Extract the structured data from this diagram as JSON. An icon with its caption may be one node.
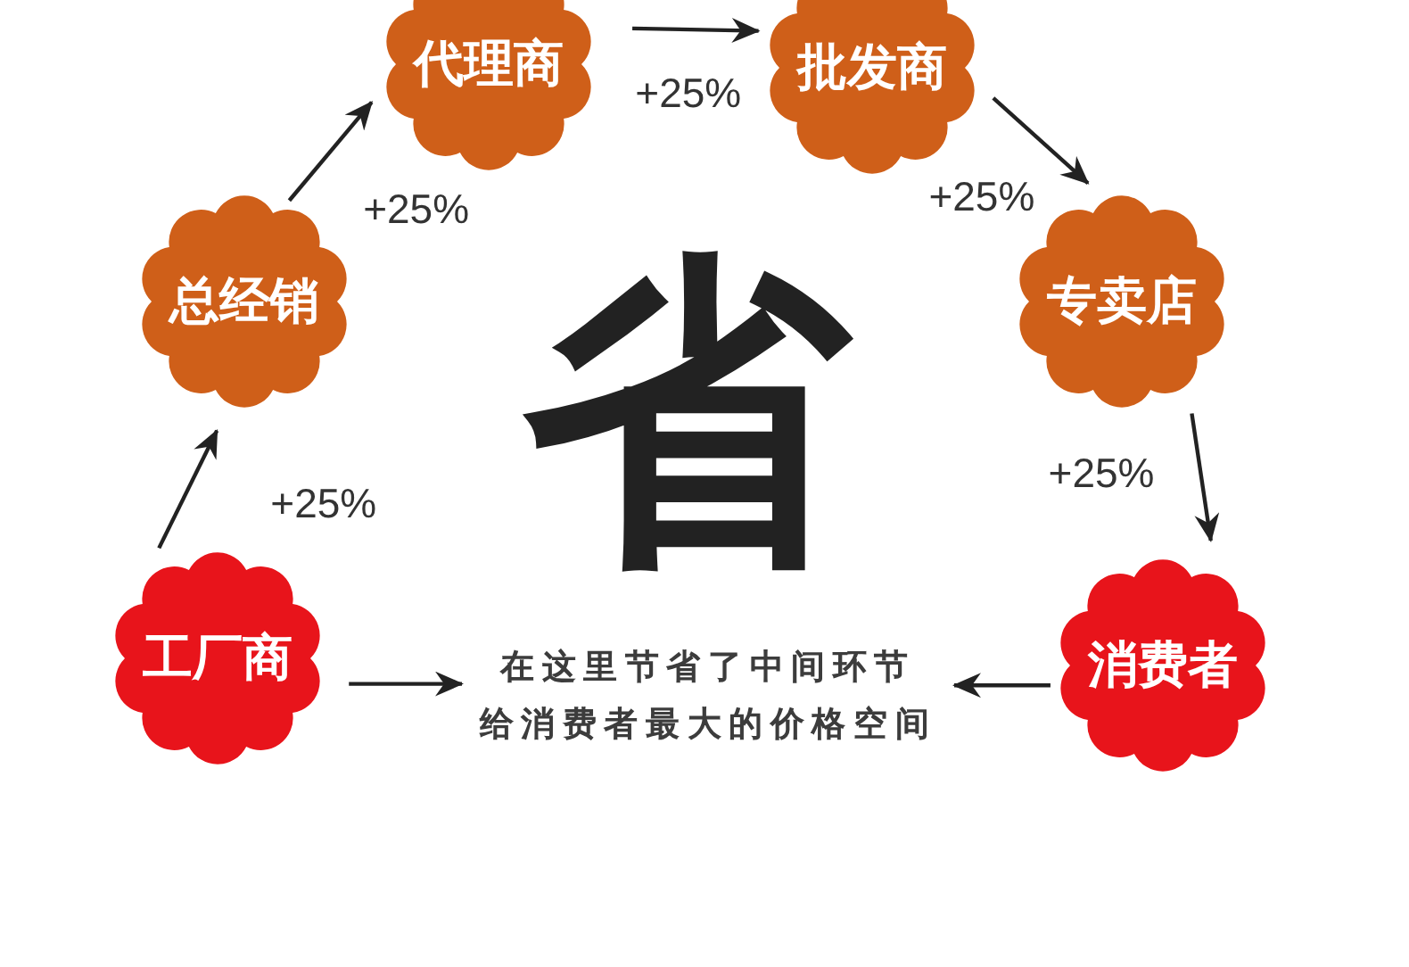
{
  "diagram": {
    "nodes": [
      {
        "text": [
          "工厂商"
        ]
      },
      {
        "text": [
          "总经销"
        ]
      },
      {
        "text": [
          "代理商"
        ]
      },
      {
        "text": [
          "批发商"
        ]
      },
      {
        "text": [
          "专卖店"
        ]
      },
      {
        "text": [
          "消费者"
        ]
      },
      {
        "text": [
          "在这里节省了中间环节",
          "给消费者最大的价格空间"
        ]
      }
    ],
    "edges": [
      {
        "from": 0,
        "to": 1,
        "arrow": "to",
        "label": "+25%"
      },
      {
        "from": 1,
        "to": 2,
        "arrow": "to",
        "label": "+25%"
      },
      {
        "from": 2,
        "to": 3,
        "arrow": "to",
        "label": "+25%"
      },
      {
        "from": 3,
        "to": 4,
        "arrow": "to",
        "label": "+25%"
      },
      {
        "from": 4,
        "to": 5,
        "arrow": "to",
        "label": "+25%"
      },
      {
        "from": 0,
        "to": 6,
        "arrow": "to"
      },
      {
        "from": 5,
        "to": 6,
        "arrow": "to"
      }
    ],
    "labels": [
      "省"
    ]
  }
}
